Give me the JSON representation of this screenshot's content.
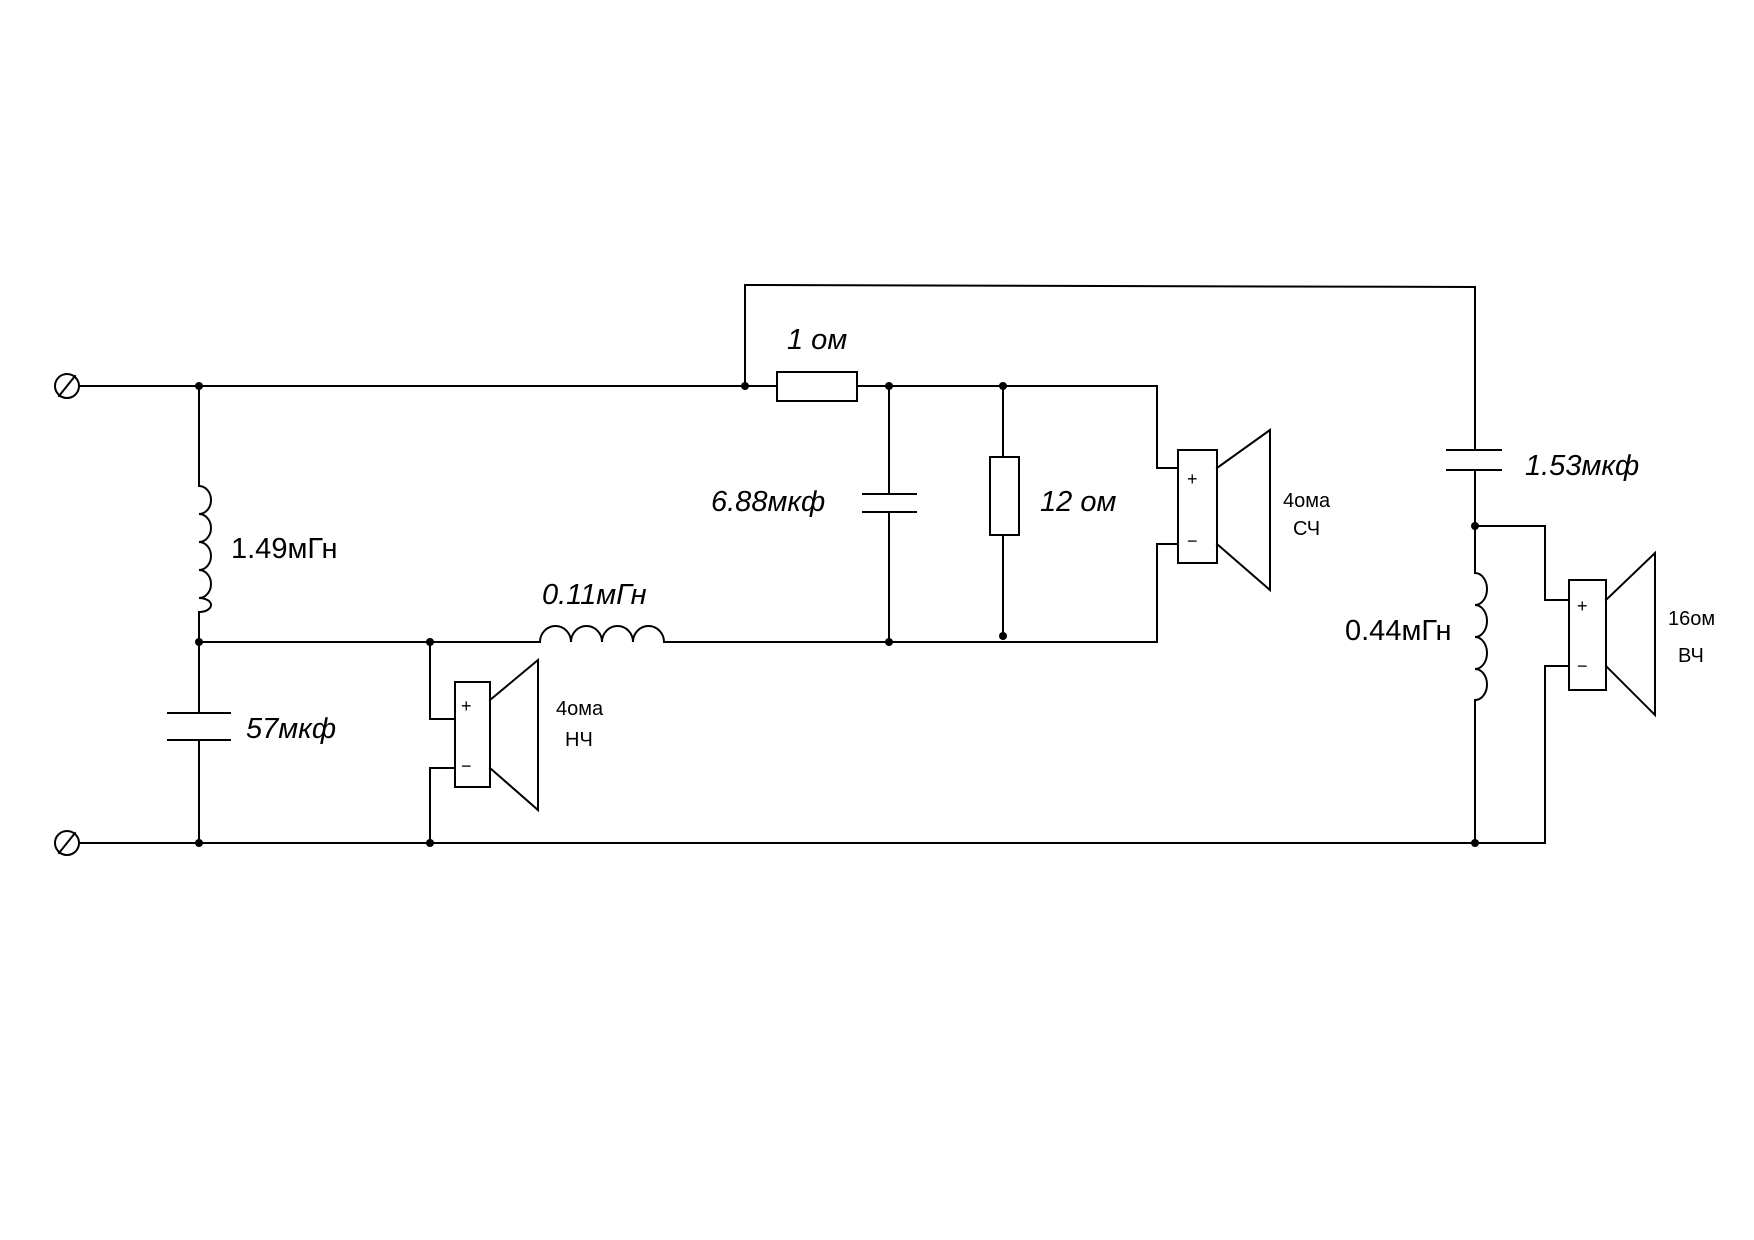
{
  "colors": {
    "ink": "#000000",
    "background": "#ffffff"
  },
  "components": {
    "r_series": {
      "label": "1 ом"
    },
    "r_parallel": {
      "label": "12 ом"
    },
    "c_mid": {
      "label": "6.88мкф"
    },
    "c_high": {
      "label": "1.53мкф"
    },
    "c_low": {
      "label": "57мкф"
    },
    "l_low_shunt": {
      "label": "1.49мГн"
    },
    "l_low_series": {
      "label": "0.11мГн"
    },
    "l_high": {
      "label": "0.44мГн"
    }
  },
  "speakers": {
    "low": {
      "impedance": "4ома",
      "band": "НЧ",
      "plus": "+",
      "minus": "−"
    },
    "mid": {
      "impedance": "4ома",
      "band": "СЧ",
      "plus": "+",
      "minus": "−"
    },
    "high": {
      "impedance": "16ом",
      "band": "ВЧ",
      "plus": "+",
      "minus": "−"
    }
  }
}
